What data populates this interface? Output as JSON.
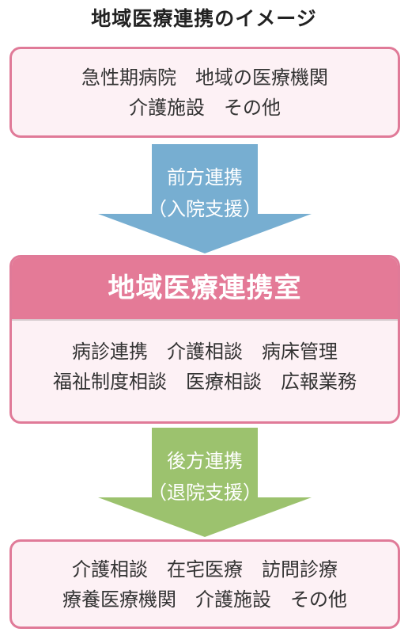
{
  "title": "地域医療連携のイメージ",
  "top_box": {
    "lines": [
      "急性期病院　地域の医療機関",
      "介護施設　その他"
    ]
  },
  "forward_arrow": {
    "line1": "前方連携",
    "line2": "（入院支援）",
    "color": "#77aed1"
  },
  "center_box": {
    "header": "地域医療連携室",
    "header_color": "#e47a97",
    "lines": [
      "病診連携　介護相談　病床管理",
      "福祉制度相談　医療相談　広報業務"
    ]
  },
  "backward_arrow": {
    "line1": "後方連携",
    "line2": "（退院支援）",
    "color": "#9cc26e"
  },
  "bottom_box": {
    "lines": [
      "介護相談　在宅医療　訪問診療",
      "療養医療機関　介護施設　その他"
    ]
  },
  "border_color": "#e07a98",
  "box_fill": "#fdf1f5"
}
